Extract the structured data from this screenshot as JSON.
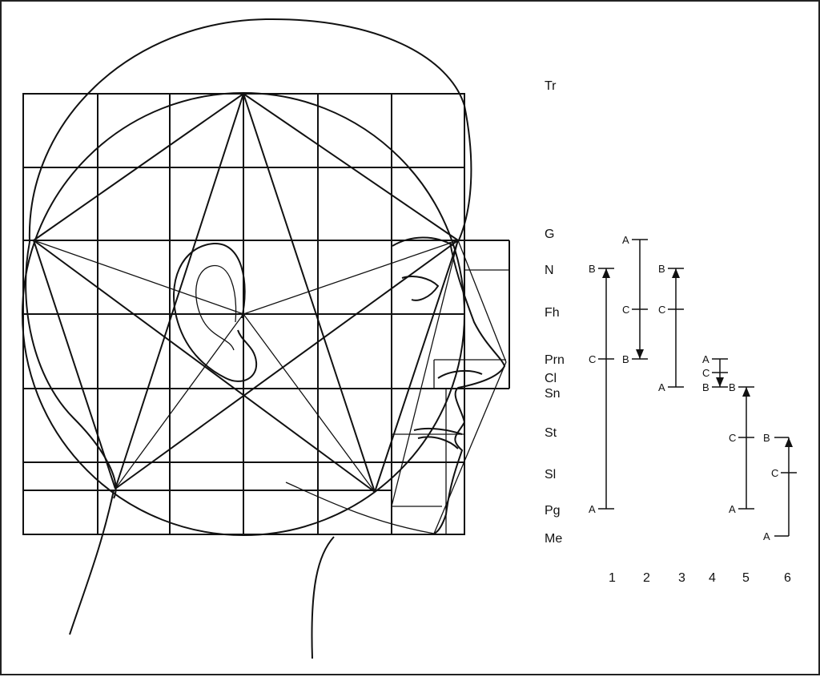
{
  "landmarks": [
    "Tr",
    "G",
    "N",
    "Fh",
    "Prn",
    "Cl",
    "Sn",
    "St",
    "Sl",
    "Pg",
    "Me"
  ],
  "columns": [
    {
      "label": "1",
      "arrow": "up",
      "marks": [
        {
          "letter": "B",
          "at": "N"
        },
        {
          "letter": "C",
          "at": "Prn"
        },
        {
          "letter": "A",
          "at": "Pg"
        }
      ]
    },
    {
      "label": "2",
      "arrow": "down",
      "marks": [
        {
          "letter": "A",
          "at": "G"
        },
        {
          "letter": "C",
          "at": "Fh"
        },
        {
          "letter": "B",
          "at": "Prn"
        }
      ]
    },
    {
      "label": "3",
      "arrow": "up",
      "marks": [
        {
          "letter": "B",
          "at": "N"
        },
        {
          "letter": "C",
          "at": "Fh"
        },
        {
          "letter": "A",
          "at": "Sn"
        }
      ]
    },
    {
      "label": "4",
      "arrow": "down",
      "marks": [
        {
          "letter": "A",
          "at": "Prn"
        },
        {
          "letter": "C",
          "at": "Cl"
        },
        {
          "letter": "B",
          "at": "Sn"
        }
      ]
    },
    {
      "label": "5",
      "arrow": "up",
      "marks": [
        {
          "letter": "B",
          "at": "Sn"
        },
        {
          "letter": "C",
          "at": "St"
        },
        {
          "letter": "A",
          "at": "Pg"
        }
      ]
    },
    {
      "label": "6",
      "arrow": "up",
      "marks": [
        {
          "letter": "B",
          "at": "St"
        },
        {
          "letter": "C",
          "at": "Sl"
        },
        {
          "letter": "A",
          "at": "Me"
        }
      ]
    }
  ]
}
